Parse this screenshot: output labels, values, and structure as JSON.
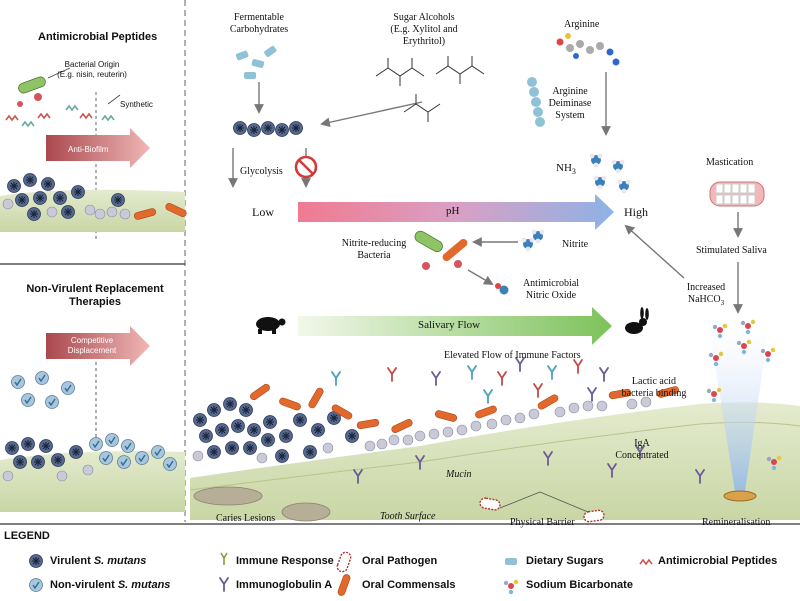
{
  "left_panel": {
    "amp_title": "Antimicrobial Peptides",
    "bacterial_origin_line1": "Bacterial Origin",
    "bacterial_origin_line2": "(E.g. nisin, reuterin)",
    "synthetic": "Synthetic",
    "anti_biofilm": "Anti-Biofilm",
    "nvr_title_line1": "Non-Virulent Replacement",
    "nvr_title_line2": "Therapies",
    "competitive_line1": "Competitive",
    "competitive_line2": "Displacement"
  },
  "main": {
    "fermentable_line1": "Fermentable",
    "fermentable_line2": "Carbohydrates",
    "sugar_alcohols_line1": "Sugar Alcohols",
    "sugar_alcohols_line2": "(E.g. Xylitol and",
    "sugar_alcohols_line3": "Erythritol)",
    "arginine": "Arginine",
    "arginine_deiminase_line1": "Arginine",
    "arginine_deiminase_line2": "Deiminase",
    "arginine_deiminase_line3": "System",
    "nh3": "NH",
    "nh3_sub": "3",
    "glycolysis": "Glycolysis",
    "low": "Low",
    "ph": "pH",
    "high": "High",
    "mastication": "Mastication",
    "stimulated_saliva": "Stimulated Saliva",
    "increased_line1": "Increased",
    "increased_line2": "NaHCO",
    "increased_sub": "3",
    "nitrite": "Nitrite",
    "nitrite_reducing_line1": "Nitrite-reducing",
    "nitrite_reducing_line2": "Bacteria",
    "antimicrobial_line1": "Antimicrobial",
    "antimicrobial_line2": "Nitric Oxide",
    "salivary_flow": "Salivary Flow",
    "elevated_flow": "Elevated Flow of Immune Factors",
    "lactic_line1": "Lactic acid",
    "lactic_line2": "bacteria binding",
    "iga_line1": "IgA",
    "iga_line2": "Concentrated",
    "mucin": "Mucin",
    "caries_lesions": "Caries Lesions",
    "tooth_surface": "Tooth Surface",
    "physical_barrier": "Physical Barrier",
    "remineralisation": "Remineralisation"
  },
  "legend": {
    "title": "LEGEND",
    "virulent_prefix": "Virulent ",
    "virulent_species": "S. mutans",
    "nonvirulent_prefix": "Non-virulent ",
    "nonvirulent_species": "S. mutans",
    "immune_response": "Immune Response",
    "immunoglobulin_a": "Immunoglobulin A",
    "oral_pathogen": "Oral Pathogen",
    "oral_commensals": "Oral Commensals",
    "dietary_sugars": "Dietary Sugars",
    "sodium_bicarbonate": "Sodium Bicarbonate",
    "antimicrobial_peptides": "Antimicrobial Peptides"
  },
  "colors": {
    "biofilm_base": "#dce6c4",
    "virulent": "#4c5f86",
    "commensal": "#e2692b",
    "peptide": "#c8574f",
    "sugar": "#8fc2d6",
    "ph_low": "#e86a86",
    "ph_high": "#8fb3e2",
    "salivary_flow": "#8cc96a"
  }
}
